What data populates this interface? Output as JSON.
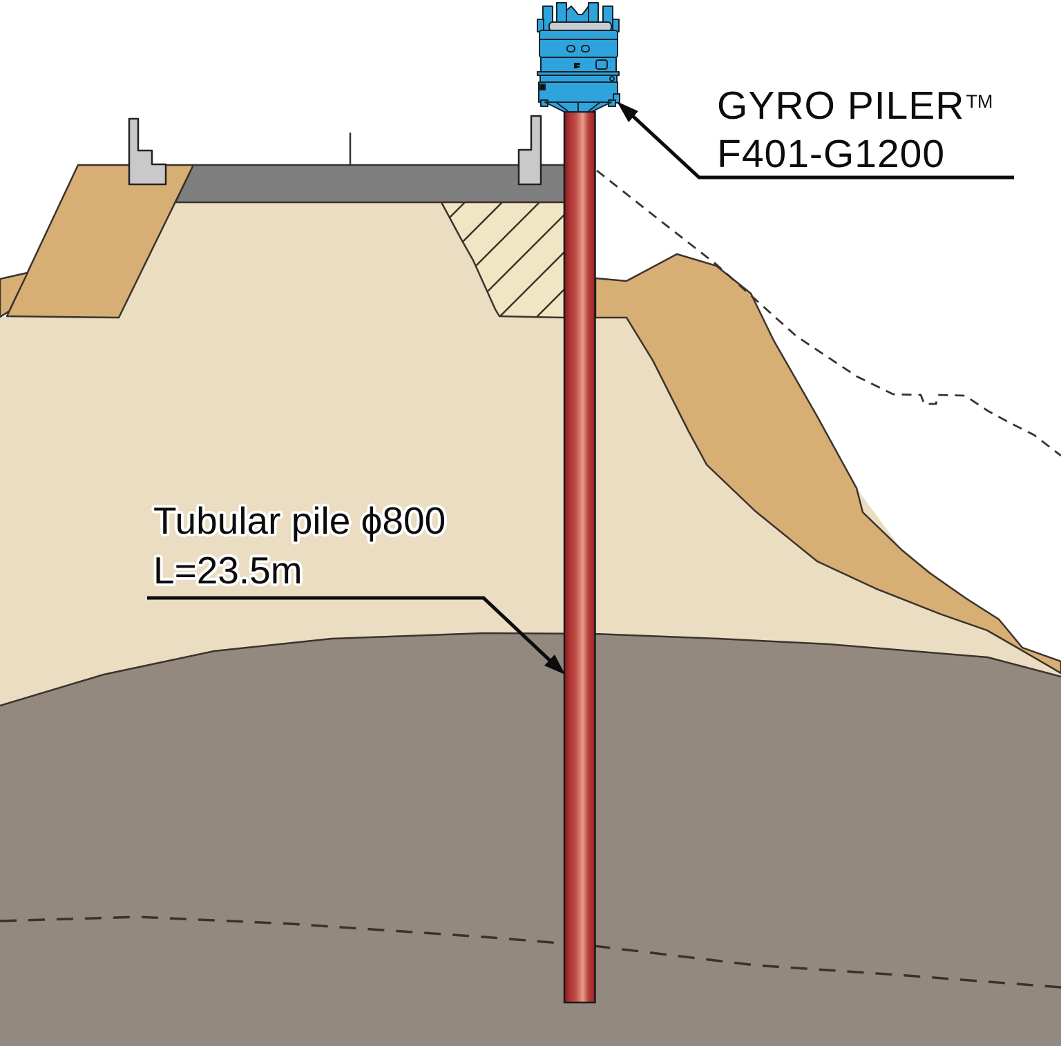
{
  "machine_callout": {
    "name": "GYRO PILER",
    "trademark": "TM",
    "model": "F401-G1200"
  },
  "pile_callout": {
    "line1": "Tubular pile ϕ800",
    "line2": "L=23.5m"
  },
  "pile": {
    "diameter_mm": 800,
    "length_m": 23.5
  },
  "colors": {
    "machine_blue": "#2fa3dc",
    "machine_rail_gray": "#c9ccd0",
    "machine_outline": "#15242c",
    "pile_dark": "#7e1d21",
    "pile_red": "#a82b2c",
    "pile_highlight": "#e59e88",
    "surface_tan": "#eaddc1",
    "slope_tan": "#d7ae74",
    "road_gray": "#7f7f7f",
    "subsoil_gray": "#94897e",
    "hatch_cream": "#f1e6c4",
    "wall_gray": "#c9c9c9",
    "line_dark": "#3a332c",
    "leader_black": "#0c0c0c"
  }
}
